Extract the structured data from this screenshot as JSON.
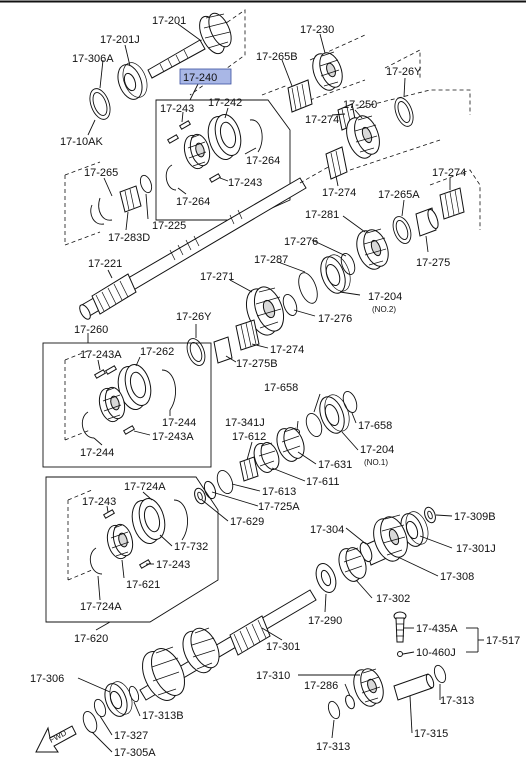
{
  "highlight_color": "#a9b7e6",
  "labels": {
    "p17_201": "17-201",
    "p17_201J": "17-201J",
    "p17_306A": "17-306A",
    "p17_10AK": "17-10AK",
    "p17_240": "17-240",
    "p17_243a": "17-243",
    "p17_242": "17-242",
    "p17_264a": "17-264",
    "p17_243b": "17-243",
    "p17_264b": "17-264",
    "p17_230": "17-230",
    "p17_265B": "17-265B",
    "p17_26Ya": "17-26Y",
    "p17_274a": "17-274",
    "p17_250": "17-250",
    "p17_274b": "17-274",
    "p17_274c": "17-274",
    "p17_265A": "17-265A",
    "p17_265": "17-265",
    "p17_283D": "17-283D",
    "p17_225": "17-225",
    "p17_281": "17-281",
    "p17_276a": "17-276",
    "p17_275": "17-275",
    "p17_221": "17-221",
    "p17_287": "17-287",
    "p17_271": "17-271",
    "p17_204a": "17-204",
    "p17_204a_note": "(NO.2)",
    "p17_276b": "17-276",
    "p17_26Yb": "17-26Y",
    "p17_274d": "17-274",
    "p17_275B": "17-275B",
    "p17_260": "17-260",
    "p17_243A": "17-243A",
    "p17_262": "17-262",
    "p17_244a": "17-244",
    "p17_243Ab": "17-243A",
    "p17_244b": "17-244",
    "p17_658a": "17-658",
    "p17_341J": "17-341J",
    "p17_658b": "17-658",
    "p17_612": "17-612",
    "p17_204b": "17-204",
    "p17_204b_note": "(NO.1)",
    "p17_631": "17-631",
    "p17_613": "17-613",
    "p17_611": "17-611",
    "p17_724A": "17-724A",
    "p17_243c": "17-243",
    "p17_725A": "17-725A",
    "p17_629": "17-629",
    "p17_732": "17-732",
    "p17_243d": "17-243",
    "p17_621": "17-621",
    "p17_724Ab": "17-724A",
    "p17_620": "17-620",
    "p17_309B": "17-309B",
    "p17_304": "17-304",
    "p17_301J": "17-301J",
    "p17_308": "17-308",
    "p17_302": "17-302",
    "p17_290": "17-290",
    "p17_301": "17-301",
    "p17_435A": "17-435A",
    "p17_517": "17-517",
    "p17_460J": "10-460J",
    "p17_306": "17-306",
    "p17_310": "17-310",
    "p17_286": "17-286",
    "p17_313a": "17-313",
    "p17_313B": "17-313B",
    "p17_327": "17-327",
    "p17_305A": "17-305A",
    "p17_313b": "17-313",
    "p17_315": "17-315",
    "fwd": "FWD"
  }
}
